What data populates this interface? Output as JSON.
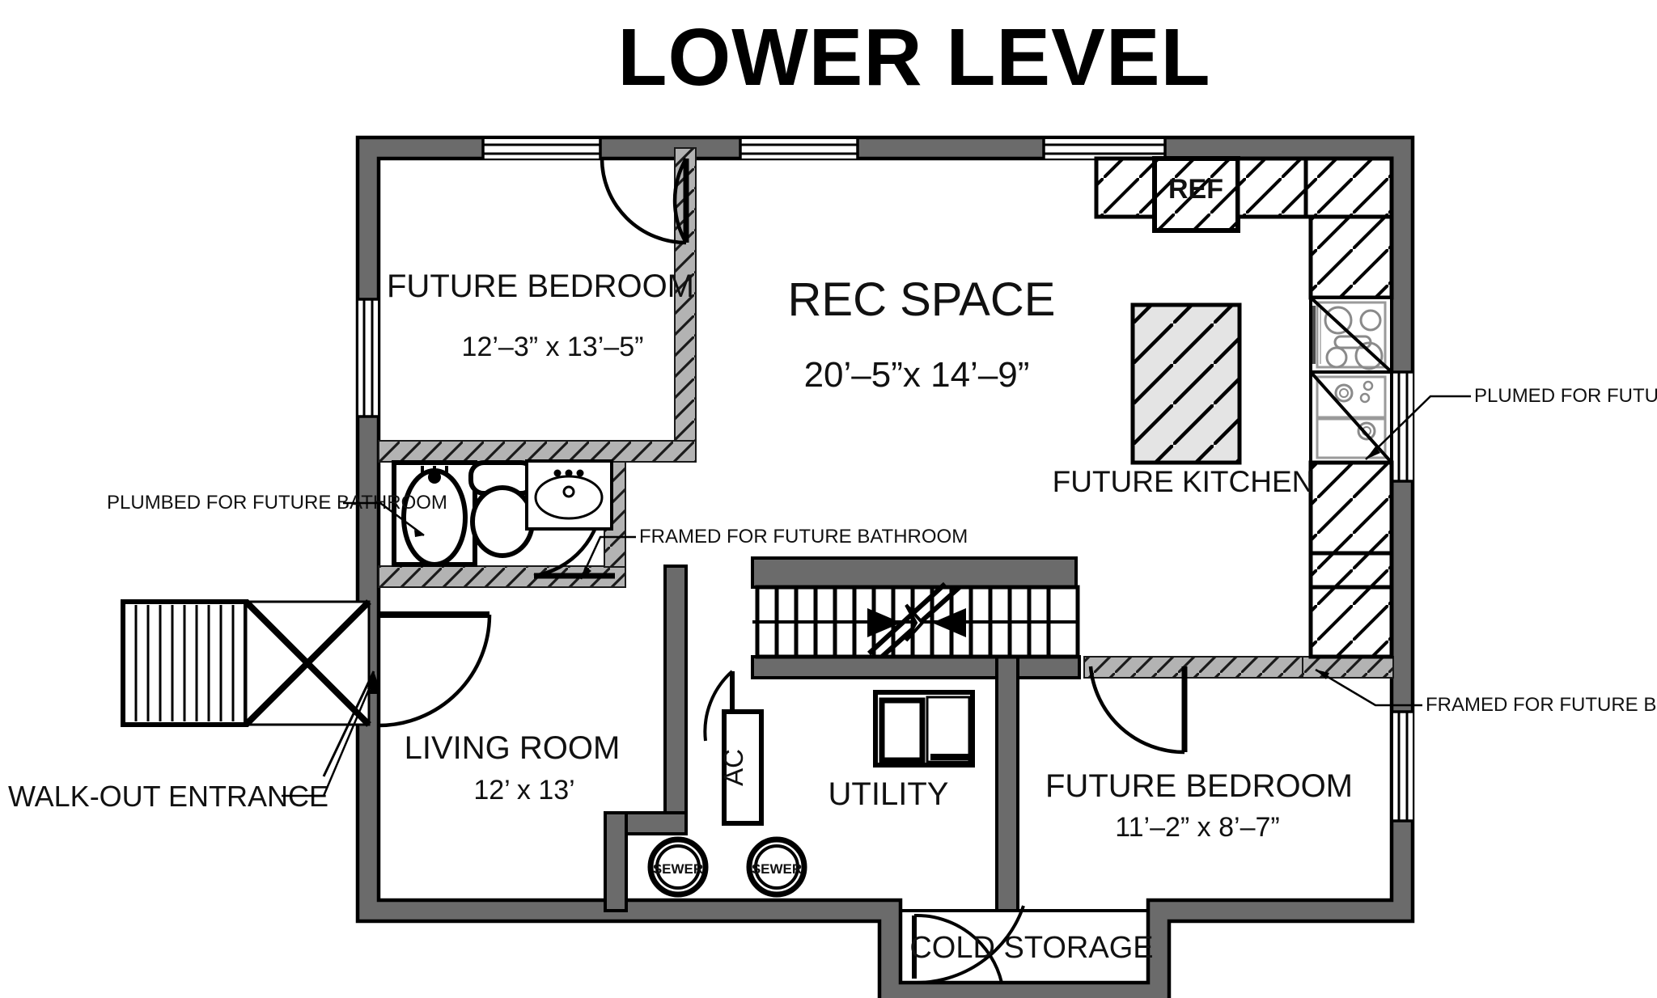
{
  "title": "LOWER LEVEL",
  "rooms": [
    {
      "id": "future-bedroom-nw",
      "name": "FUTURE BEDROOM",
      "dimensions": "12’–3” x 13’–5”"
    },
    {
      "id": "rec-space",
      "name": "REC SPACE",
      "dimensions": "20’–5”x 14’–9”"
    },
    {
      "id": "future-kitchen",
      "name": "FUTURE KITCHEN",
      "dimensions": ""
    },
    {
      "id": "living-room",
      "name": "LIVING ROOM",
      "dimensions": "12’ x 13’"
    },
    {
      "id": "utility",
      "name": "UTILITY",
      "dimensions": ""
    },
    {
      "id": "future-bedroom-se",
      "name": "FUTURE BEDROOM",
      "dimensions": "11’–2” x 8’–7”"
    },
    {
      "id": "cold-storage",
      "name": "COLD STORAGE",
      "dimensions": ""
    }
  ],
  "annotations": [
    {
      "id": "plumbed-bathroom",
      "text": "PLUMBED FOR FUTURE BATHROOM"
    },
    {
      "id": "framed-bathroom",
      "text": "FRAMED FOR FUTURE BATHROOM"
    },
    {
      "id": "plumed-kitchen",
      "text": "PLUMED FOR FUTURE KITCHEN"
    },
    {
      "id": "framed-bedroom",
      "text": "FRAMED FOR FUTURE BEDROOM"
    },
    {
      "id": "walk-out-entrance",
      "text": "WALK-OUT ENTRANCE"
    }
  ],
  "fixture_labels": {
    "refrigerator": "REF",
    "air_conditioner": "AC",
    "sewer_1": "SEWER",
    "sewer_2": "SEWER"
  },
  "colors": {
    "exterior_wall": "#6b6b6b",
    "interior_wall": "#b3b3b3",
    "outline": "#000000",
    "island_fill": "#e4e4e4",
    "paper": "#ffffff"
  }
}
